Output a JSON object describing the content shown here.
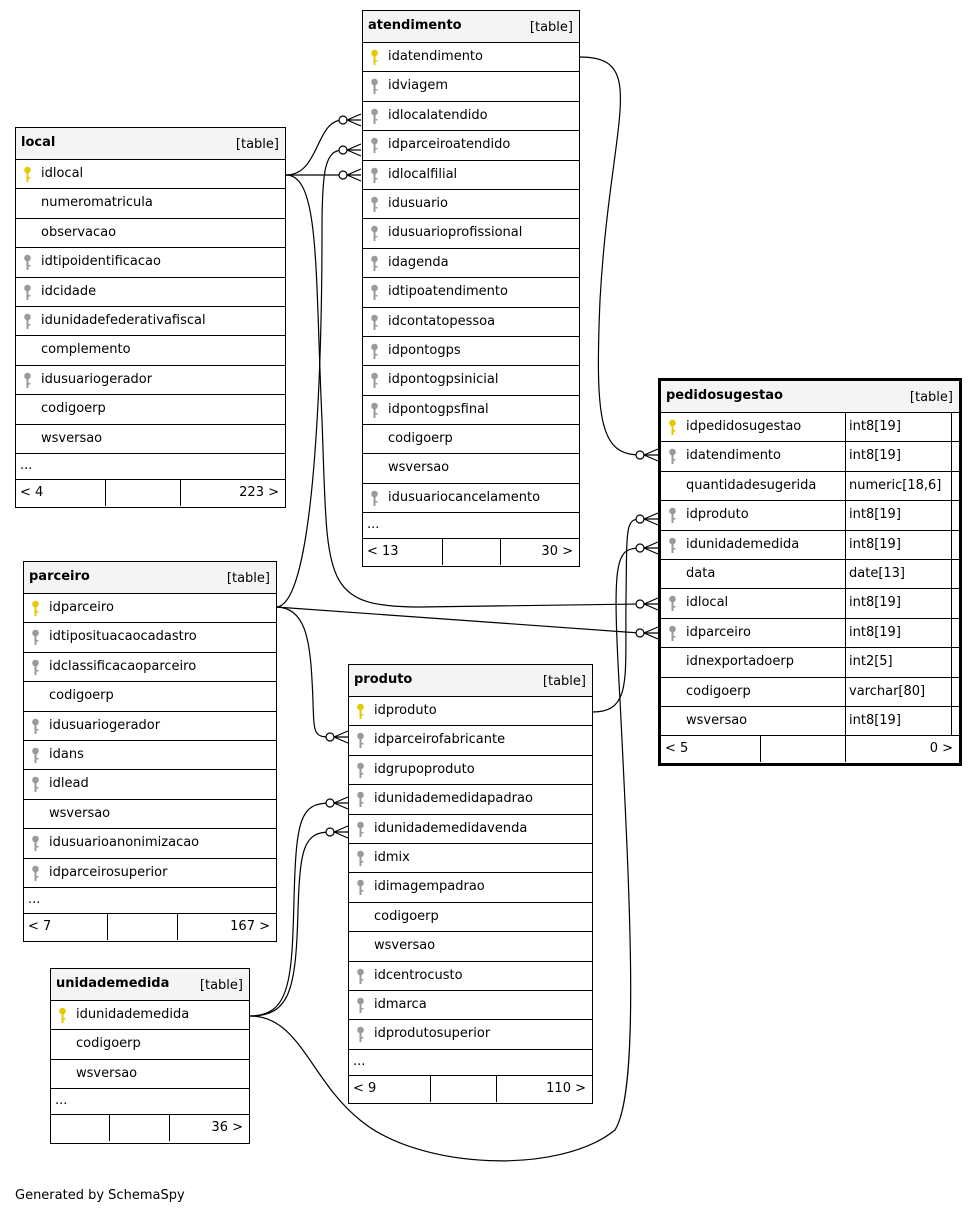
{
  "footer": "Generated by SchemaSpy",
  "colors": {
    "primary_key": "#e6c800",
    "foreign_key": "#9a9a9a",
    "header_bg": "#f4f4f4"
  },
  "tables": {
    "atendimento": {
      "name": "atendimento",
      "tag": "[table]",
      "columns": [
        {
          "name": "idatendimento",
          "key": "pk"
        },
        {
          "name": "idviagem",
          "key": "fk"
        },
        {
          "name": "idlocalatendido",
          "key": "fk"
        },
        {
          "name": "idparceiroatendido",
          "key": "fk"
        },
        {
          "name": "idlocalfilial",
          "key": "fk"
        },
        {
          "name": "idusuario",
          "key": "fk"
        },
        {
          "name": "idusuarioprofissional",
          "key": "fk"
        },
        {
          "name": "idagenda",
          "key": "fk"
        },
        {
          "name": "idtipoatendimento",
          "key": "fk"
        },
        {
          "name": "idcontatopessoa",
          "key": "fk"
        },
        {
          "name": "idpontogps",
          "key": "fk"
        },
        {
          "name": "idpontogpsinicial",
          "key": "fk"
        },
        {
          "name": "idpontogpsfinal",
          "key": "fk"
        },
        {
          "name": "codigoerp",
          "key": ""
        },
        {
          "name": "wsversao",
          "key": ""
        },
        {
          "name": "idusuariocancelamento",
          "key": "fk"
        }
      ],
      "more": "...",
      "footer_left": "< 13",
      "footer_right": "30 >"
    },
    "local": {
      "name": "local",
      "tag": "[table]",
      "columns": [
        {
          "name": "idlocal",
          "key": "pk"
        },
        {
          "name": "numeromatricula",
          "key": ""
        },
        {
          "name": "observacao",
          "key": ""
        },
        {
          "name": "idtipoidentificacao",
          "key": "fk"
        },
        {
          "name": "idcidade",
          "key": "fk"
        },
        {
          "name": "idunidadefederativafiscal",
          "key": "fk"
        },
        {
          "name": "complemento",
          "key": ""
        },
        {
          "name": "idusuariogerador",
          "key": "fk"
        },
        {
          "name": "codigoerp",
          "key": ""
        },
        {
          "name": "wsversao",
          "key": ""
        }
      ],
      "more": "...",
      "footer_left": "< 4",
      "footer_right": "223 >"
    },
    "parceiro": {
      "name": "parceiro",
      "tag": "[table]",
      "columns": [
        {
          "name": "idparceiro",
          "key": "pk"
        },
        {
          "name": "idtiposituacaocadastro",
          "key": "fk"
        },
        {
          "name": "idclassificacaoparceiro",
          "key": "fk"
        },
        {
          "name": "codigoerp",
          "key": ""
        },
        {
          "name": "idusuariogerador",
          "key": "fk"
        },
        {
          "name": "idans",
          "key": "fk"
        },
        {
          "name": "idlead",
          "key": "fk"
        },
        {
          "name": "wsversao",
          "key": ""
        },
        {
          "name": "idusuarioanonimizacao",
          "key": "fk"
        },
        {
          "name": "idparceirosuperior",
          "key": "fk"
        }
      ],
      "more": "...",
      "footer_left": "< 7",
      "footer_right": "167 >"
    },
    "unidademedida": {
      "name": "unidademedida",
      "tag": "[table]",
      "columns": [
        {
          "name": "idunidademedida",
          "key": "pk"
        },
        {
          "name": "codigoerp",
          "key": ""
        },
        {
          "name": "wsversao",
          "key": ""
        }
      ],
      "more": "...",
      "footer_left": "",
      "footer_right": "36 >"
    },
    "produto": {
      "name": "produto",
      "tag": "[table]",
      "columns": [
        {
          "name": "idproduto",
          "key": "pk"
        },
        {
          "name": "idparceirofabricante",
          "key": "fk"
        },
        {
          "name": "idgrupoproduto",
          "key": "fk"
        },
        {
          "name": "idunidademedidapadrao",
          "key": "fk"
        },
        {
          "name": "idunidademedidavenda",
          "key": "fk"
        },
        {
          "name": "idmix",
          "key": "fk"
        },
        {
          "name": "idimagempadrao",
          "key": "fk"
        },
        {
          "name": "codigoerp",
          "key": ""
        },
        {
          "name": "wsversao",
          "key": ""
        },
        {
          "name": "idcentrocusto",
          "key": "fk"
        },
        {
          "name": "idmarca",
          "key": "fk"
        },
        {
          "name": "idprodutosuperior",
          "key": "fk"
        }
      ],
      "more": "...",
      "footer_left": "< 9",
      "footer_right": "110 >"
    },
    "pedidosugestao": {
      "name": "pedidosugestao",
      "tag": "[table]",
      "columns": [
        {
          "name": "idpedidosugestao",
          "key": "pk",
          "type": "int8[19]"
        },
        {
          "name": "idatendimento",
          "key": "fk",
          "type": "int8[19]"
        },
        {
          "name": "quantidadesugerida",
          "key": "",
          "type": "numeric[18,6]"
        },
        {
          "name": "idproduto",
          "key": "fk",
          "type": "int8[19]"
        },
        {
          "name": "idunidademedida",
          "key": "fk",
          "type": "int8[19]"
        },
        {
          "name": "data",
          "key": "",
          "type": "date[13]"
        },
        {
          "name": "idlocal",
          "key": "fk",
          "type": "int8[19]"
        },
        {
          "name": "idparceiro",
          "key": "fk",
          "type": "int8[19]"
        },
        {
          "name": "idnexportadoerp",
          "key": "",
          "type": "int2[5]"
        },
        {
          "name": "codigoerp",
          "key": "",
          "type": "varchar[80]"
        },
        {
          "name": "wsversao",
          "key": "",
          "type": "int8[19]"
        }
      ],
      "footer_left": "< 5",
      "footer_right": "0 >"
    }
  }
}
